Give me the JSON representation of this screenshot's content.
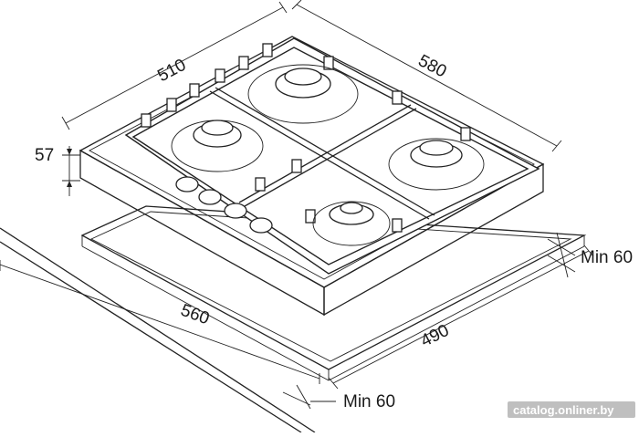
{
  "dimensions": {
    "depth": "510",
    "width": "580",
    "height": "57",
    "cutout_width": "560",
    "cutout_depth": "490",
    "min_clearance_right": "Min 60",
    "min_clearance_front": "Min 60"
  },
  "watermark": "catalog.onliner.by"
}
